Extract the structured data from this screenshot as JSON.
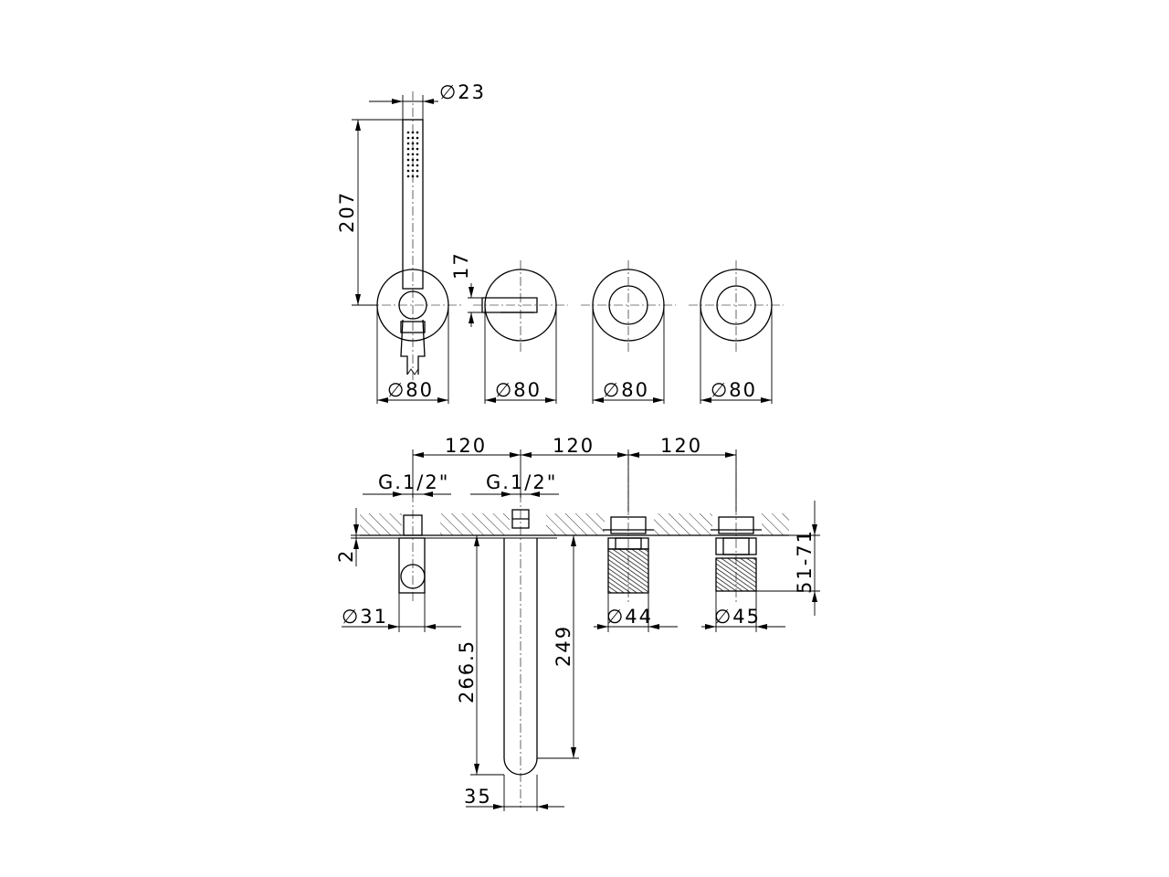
{
  "dimensions": {
    "handshower_diameter": "∅23",
    "handshower_length": "207",
    "plate_offset": "17",
    "plate_1_diameter": "∅80",
    "plate_2_diameter": "∅80",
    "plate_3_diameter": "∅80",
    "plate_4_diameter": "∅80",
    "spacing_1": "120",
    "spacing_2": "120",
    "spacing_3": "120",
    "connection_1": "G.1/2\"",
    "connection_2": "G.1/2\"",
    "plate_thickness": "2",
    "holder_diameter": "∅31",
    "spout_height_total": "266.5",
    "spout_height": "249",
    "spout_diameter": "35",
    "handle_1_diameter": "∅44",
    "handle_2_diameter": "∅45",
    "wall_depth_range": "51-71"
  }
}
